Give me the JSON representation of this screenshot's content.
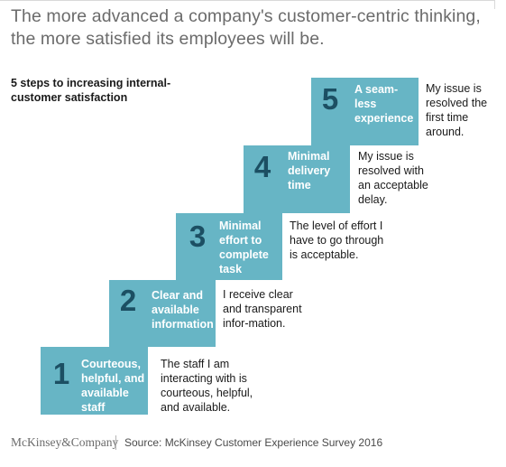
{
  "title": "The more advanced a company's customer-centric thinking, the more satisfied its employees will be.",
  "subtitle": "5 steps to increasing internal-customer satisfaction",
  "steps": [
    {
      "number": "1",
      "label": "Courteous, helpful, and available staff",
      "description": "The staff I am interacting with is courteous, helpful, and available."
    },
    {
      "number": "2",
      "label": "Clear and available information",
      "description": "I receive clear and transparent infor-mation."
    },
    {
      "number": "3",
      "label": "Minimal effort to complete task",
      "description": "The level of effort I have to go through is acceptable."
    },
    {
      "number": "4",
      "label": "Minimal delivery time",
      "description": "My issue is resolved with an acceptable delay."
    },
    {
      "number": "5",
      "label": "A seam-less experience",
      "description": "My issue is resolved the first time around."
    }
  ],
  "footer": {
    "brand": "McKinsey&Company",
    "source": "Source: McKinsey Customer Experience Survey 2016"
  },
  "colors": {
    "step_fill": "#67b5c5",
    "step_number": "#1c4f63",
    "title": "#6b6b6b"
  }
}
